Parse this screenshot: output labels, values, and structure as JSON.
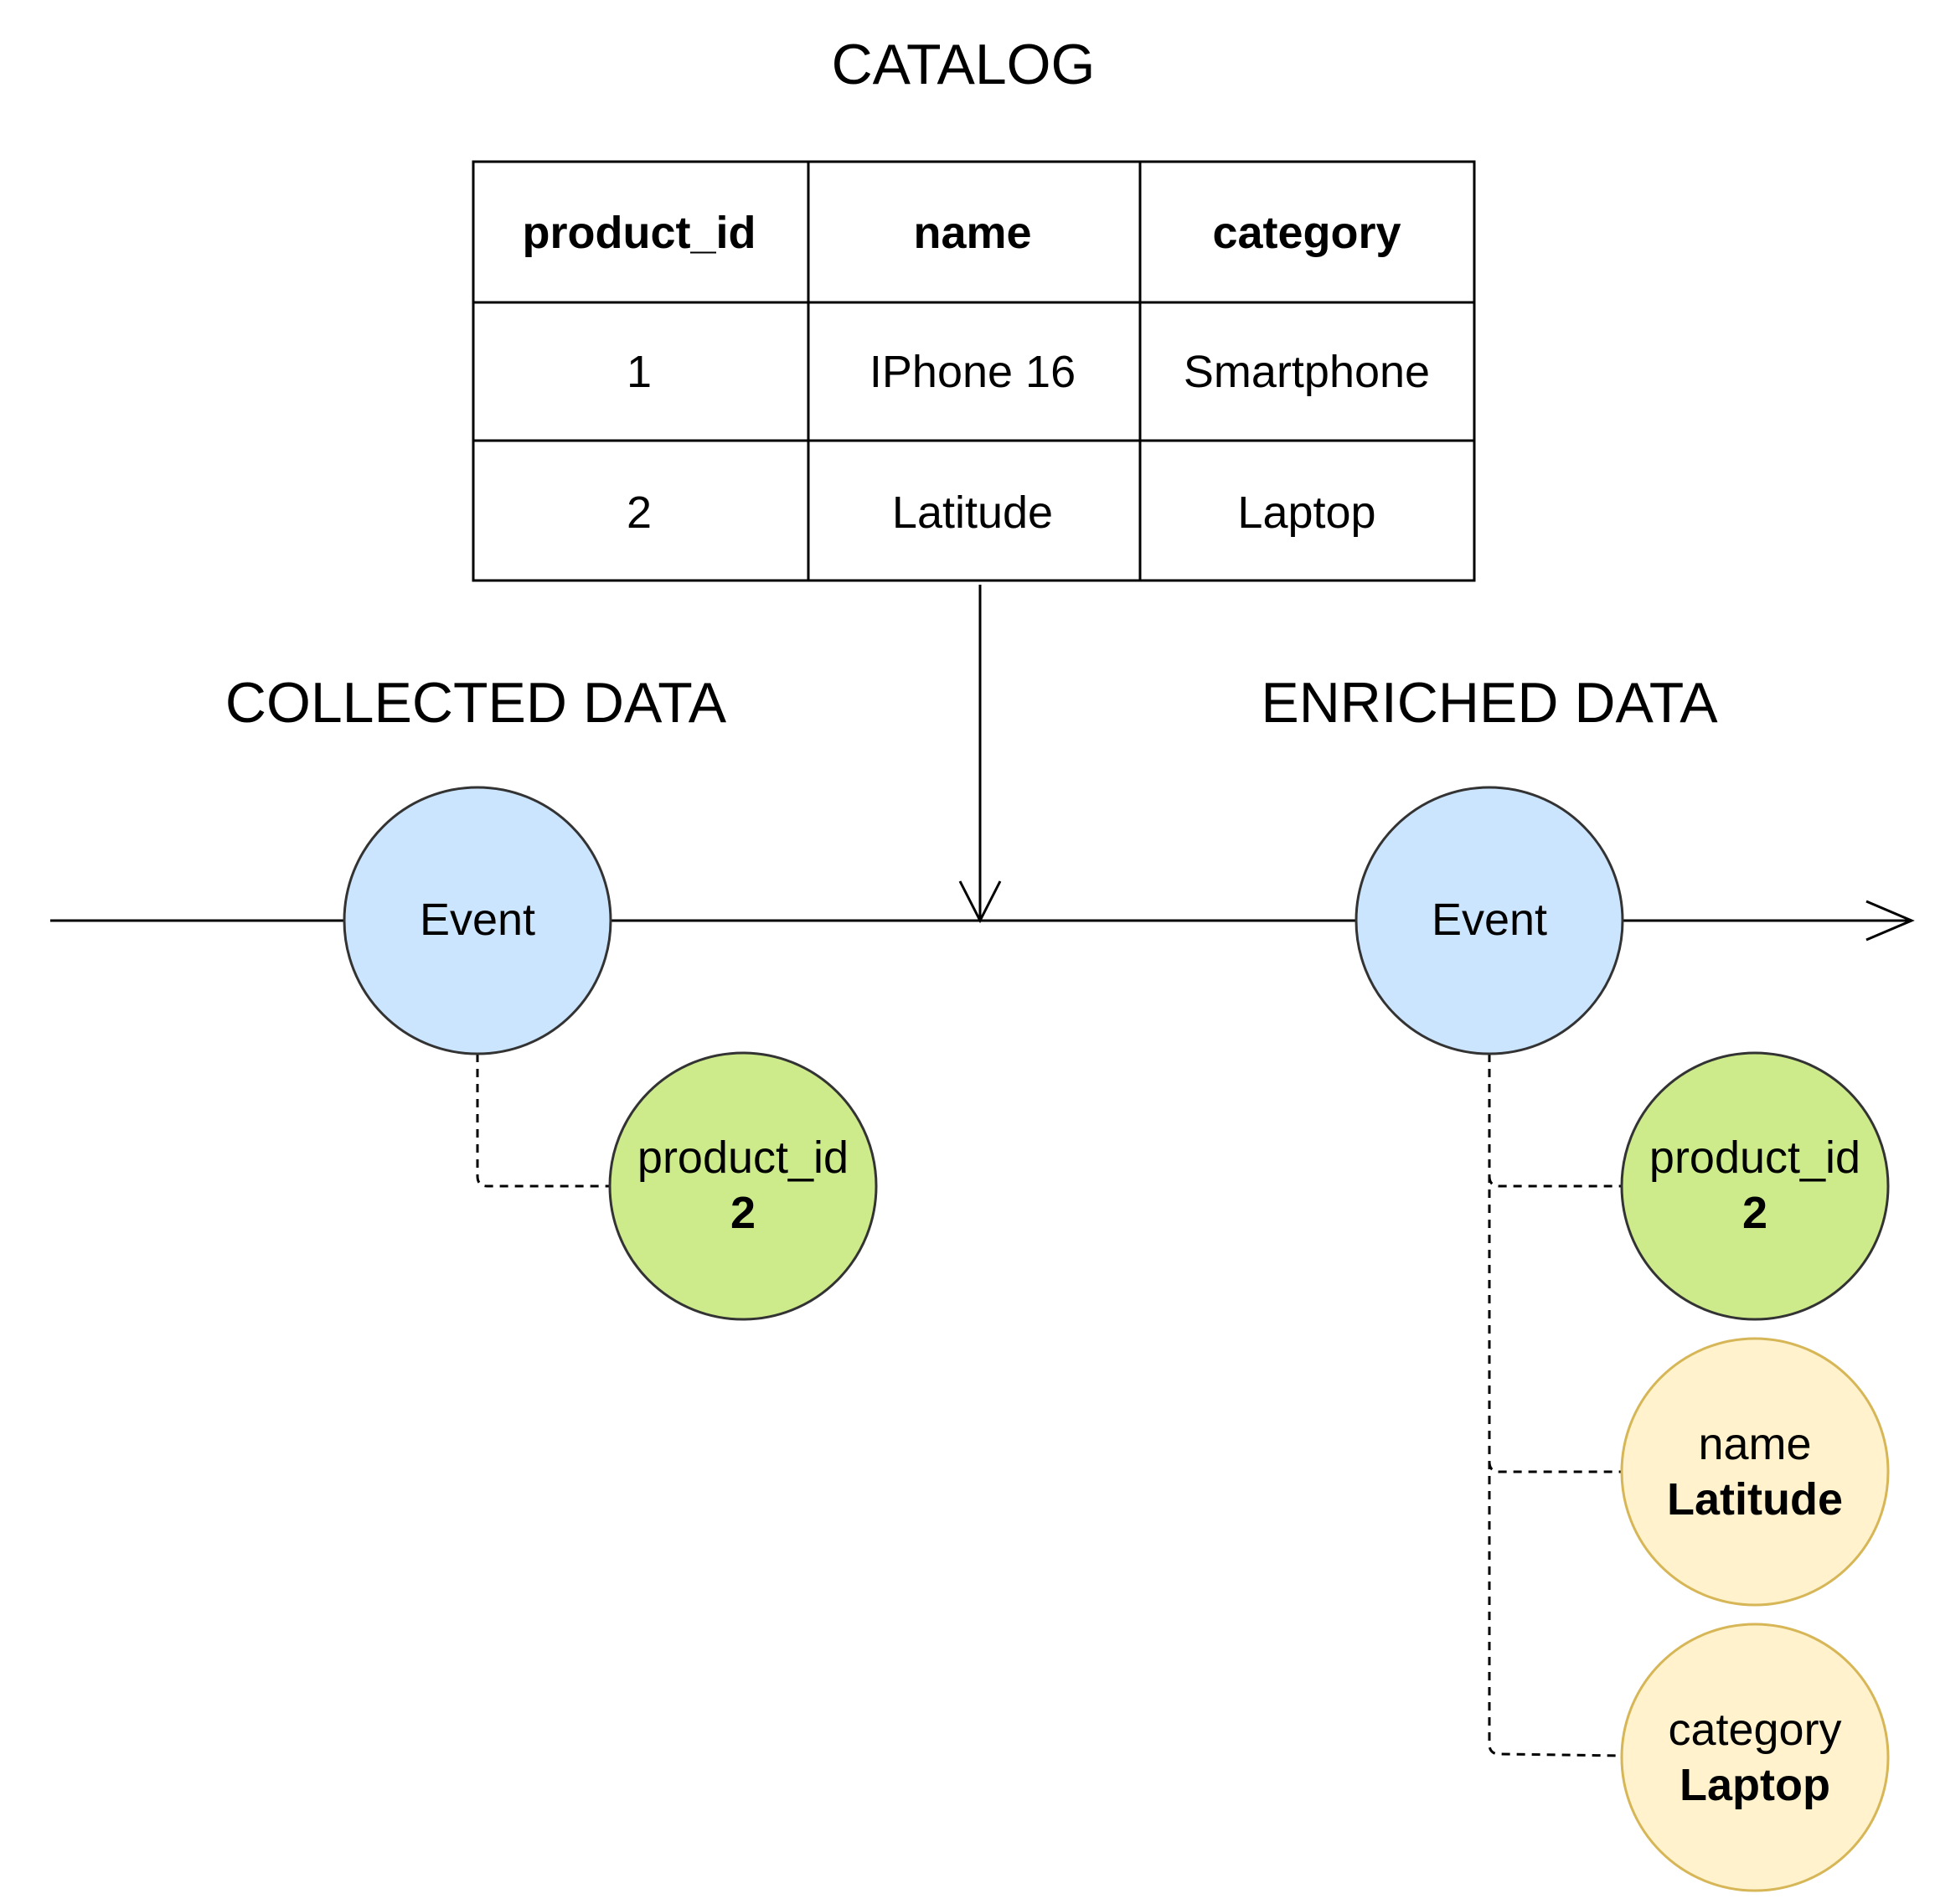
{
  "catalog": {
    "title": "CATALOG",
    "headers": [
      "product_id",
      "name",
      "category"
    ],
    "rows": [
      [
        "1",
        "IPhone 16",
        "Smartphone"
      ],
      [
        "2",
        "Latitude",
        "Laptop"
      ]
    ]
  },
  "collected": {
    "title": "COLLECTED DATA",
    "event_label": "Event",
    "attributes": [
      {
        "key": "product_id",
        "value": "2"
      }
    ]
  },
  "enriched": {
    "title": "ENRICHED DATA",
    "event_label": "Event",
    "attributes": [
      {
        "key": "product_id",
        "value": "2"
      },
      {
        "key": "name",
        "value": "Latitude"
      },
      {
        "key": "category",
        "value": "Laptop"
      }
    ]
  },
  "colors": {
    "event_fill": "#cce5ff",
    "id_fill": "#cdeb8b",
    "enriched_fill": "#fff2cc",
    "enriched_stroke": "#d6b656",
    "stroke": "#333333"
  }
}
